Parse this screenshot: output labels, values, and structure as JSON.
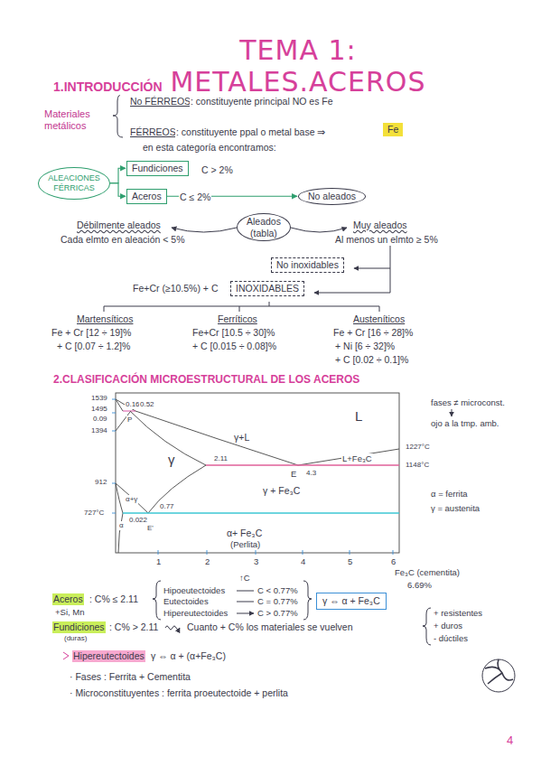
{
  "diagram": {
    "title": "TEMA 1: METALES.ACEROS",
    "nodes": [
      {
        "text": [
          "Fe"
        ]
      },
      {
        "text": [
          "ALEACIONES FÉRRICAS"
        ]
      },
      {
        "text": [
          "Fundiciones"
        ]
      },
      {
        "text": [
          "Aceros"
        ]
      },
      {
        "text": [
          "No aleados"
        ]
      },
      {
        "text": [
          "Aleados",
          "(tabla)"
        ]
      },
      {
        "text": [
          "No inoxidables"
        ]
      },
      {
        "text": [
          "INOXIDABLES"
        ]
      },
      {
        "text": [
          "γ ⇔ α + Fe₃C"
        ]
      }
    ],
    "edges": [
      {
        "from": 1,
        "to": 2,
        "arrow": "to"
      },
      {
        "from": 1,
        "to": 3,
        "arrow": "to"
      },
      {
        "from": 3,
        "to": 4,
        "arrow": "to"
      }
    ],
    "labels": [
      "1.INTRODUCCIÓN",
      "No FÉRREOS",
      ": constituyente principal NO es Fe",
      "Materiales metálicos",
      "FÉRREOS",
      ": constituyente ppal o metal base ⇒",
      "en esta categoría encontramos:",
      "C > 2%",
      "C ≤ 2%",
      "Débilmente aleados",
      "Cada elmto en aleación < 5%",
      "Muy aleados",
      "Al menos un elmto ≥ 5%",
      "Fe+Cr (≥10.5%) + C",
      "Martensíticos",
      "Fe + Cr [12 ÷ 19]%",
      "+ C [0.07 ÷ 1.2]%",
      "Ferríticos",
      "Fe+Cr [10.5 ÷ 30]%",
      "+ C [0.015 ÷ 0.08]%",
      "Austeníticos",
      "Fe + Cr [16 ÷ 28]%",
      "+ Ni [6 ÷ 32]%",
      "+ C [0.02 ÷ 0.1]%",
      "2.CLASIFICACIÓN MICROESTRUCTURAL DE LOS ACEROS",
      "1539",
      "1495",
      "0.09",
      "1394",
      "0.16",
      "0.52",
      "P",
      "L",
      "γ+L",
      "2.11",
      "E",
      "4.3",
      "L+Fe₃C",
      "1227°C",
      "1148°C",
      "γ",
      "912",
      "γ + Fe₃C",
      "α+γ",
      "727°C",
      "α",
      "0.77",
      "0.022",
      "E'",
      "α+ Fe₃C",
      "(Perlita)",
      "1",
      "2",
      "3",
      "4",
      "5",
      "6",
      "Fe₃C (cementita)",
      "6.69%",
      "fases ≠ microconst.",
      "ojo a la tmp. amb.",
      "α = ferrita",
      "γ = austenita",
      "Aceros",
      ": C% ≤ 2.11",
      "+Si, Mn",
      "Hipoeutectoides",
      "Eutectoides",
      "Hipereutectoides",
      "↑C",
      "C < 0.77%",
      "C = 0.77%",
      "C > 0.77%",
      "Fundiciones",
      ": C% > 2.11",
      "(duras)",
      "Cuanto + C% los materiales se vuelven",
      "+ resistentes",
      "+ duros",
      "- dúctiles",
      "Hipereutectoides",
      "γ ⇔ α + (α+Fe₃C)",
      "· Fases : Ferrita + Cementita",
      "· Microconstituyentes : ferrita proeutectoide + perlita",
      "4"
    ]
  }
}
